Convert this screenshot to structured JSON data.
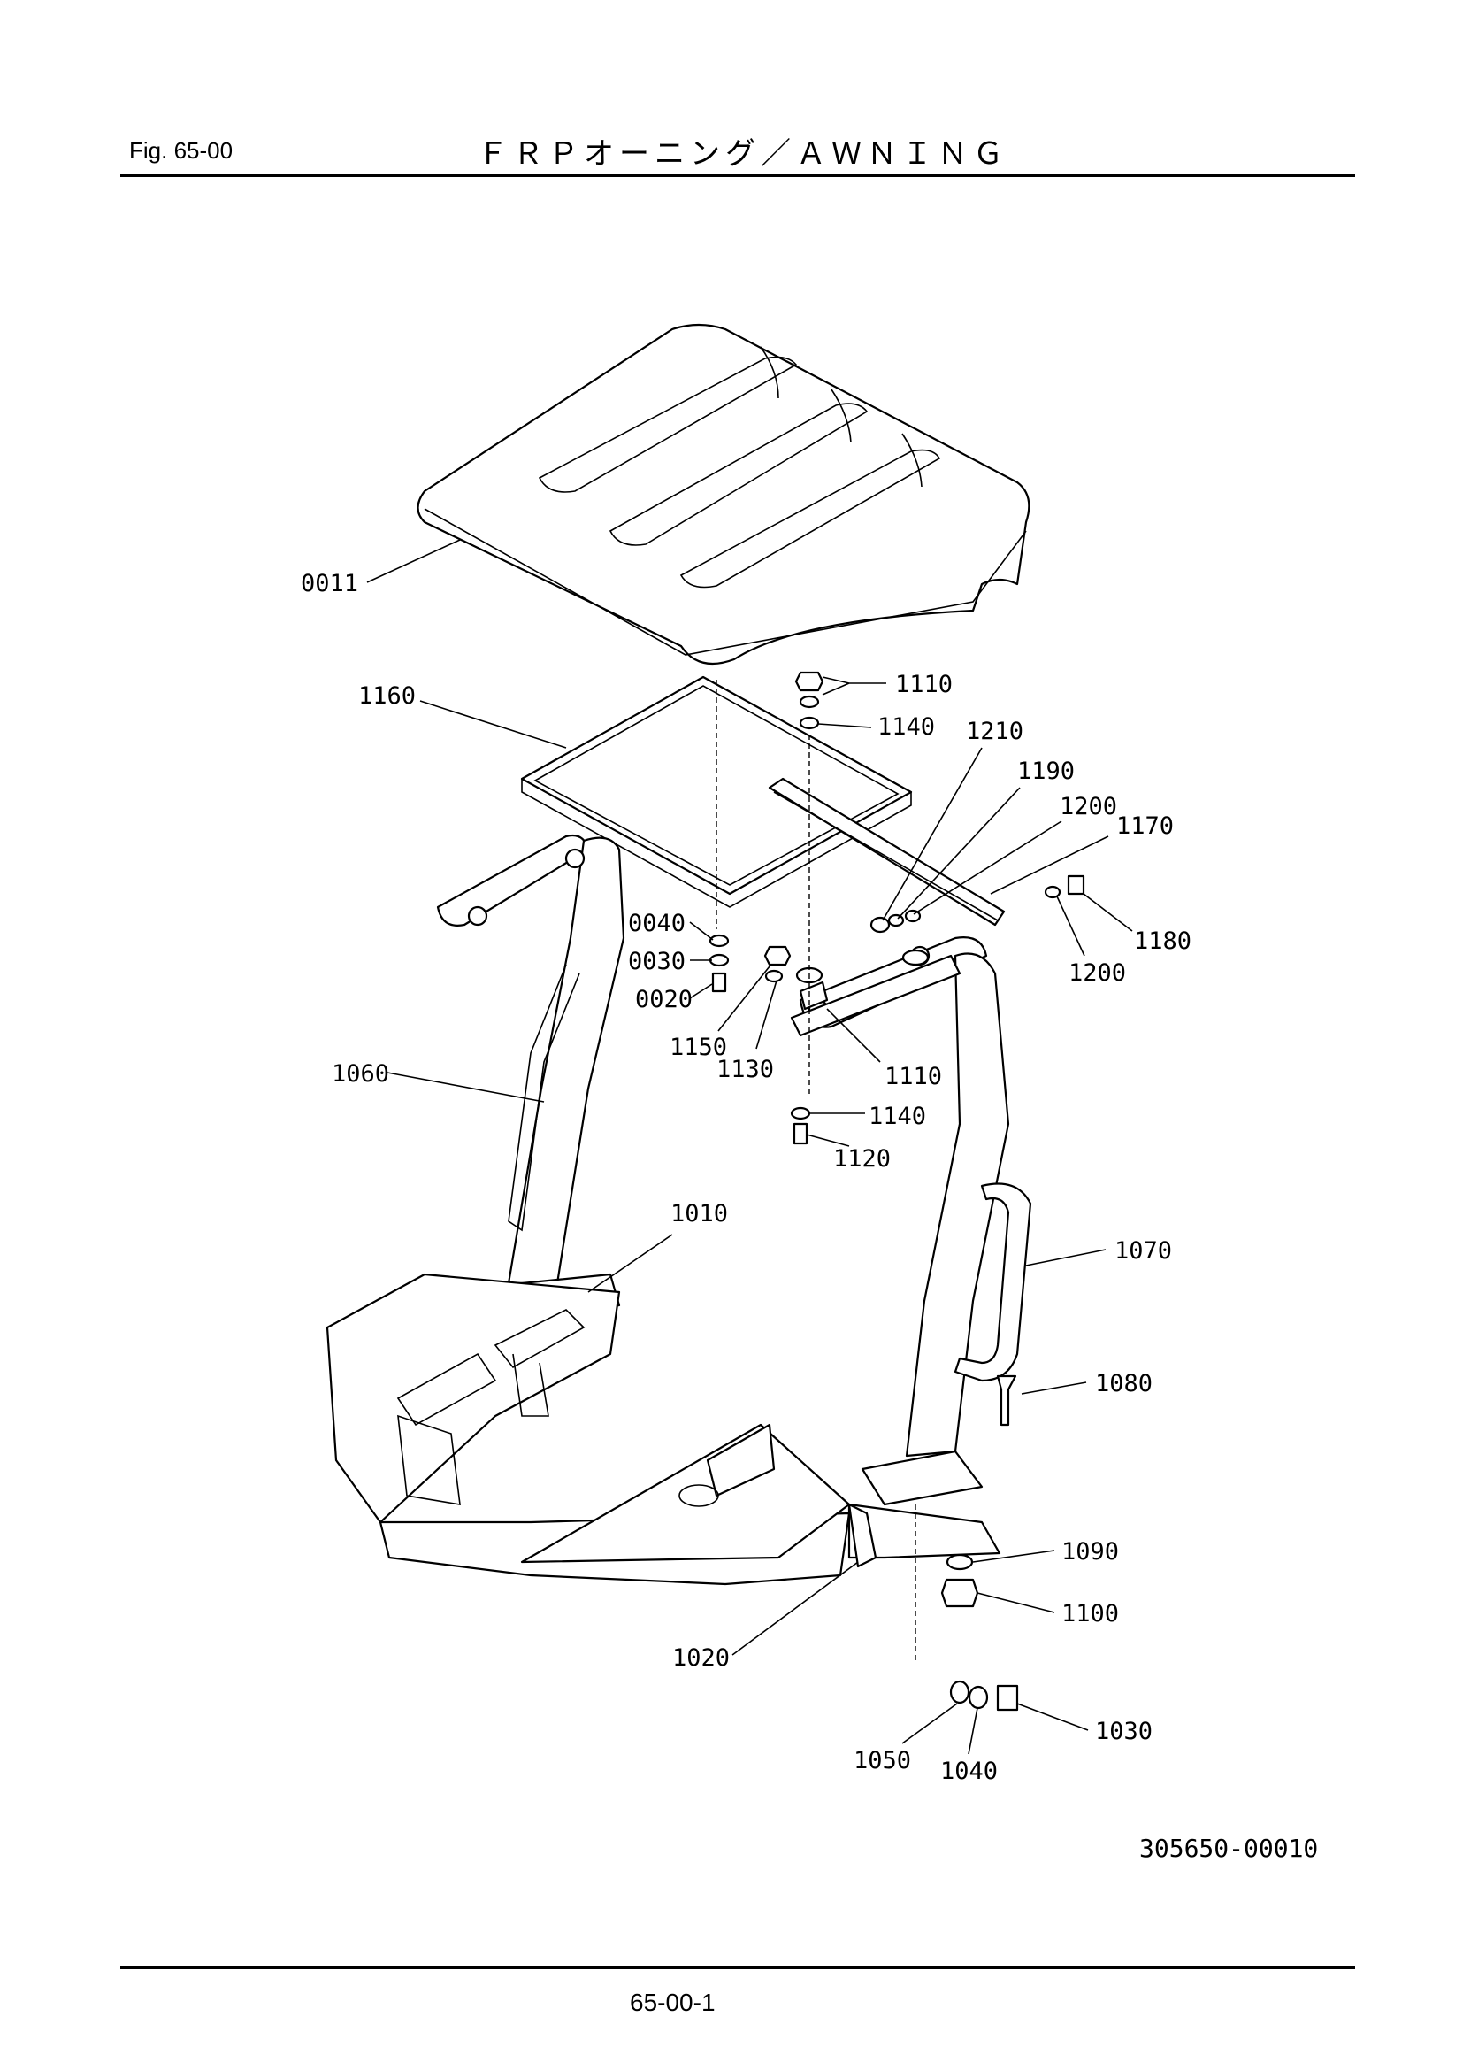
{
  "header": {
    "fig_label": "Fig.  65-00",
    "title": "ＦＲＰオーニング／ＡＷＮＩＮＧ"
  },
  "parts": [
    {
      "id": "p0011",
      "number": "0011"
    },
    {
      "id": "p1160",
      "number": "1160"
    },
    {
      "id": "p1110a",
      "number": "1110"
    },
    {
      "id": "p1140a",
      "number": "1140"
    },
    {
      "id": "p1210",
      "number": "1210"
    },
    {
      "id": "p1190",
      "number": "1190"
    },
    {
      "id": "p1200a",
      "number": "1200"
    },
    {
      "id": "p1170",
      "number": "1170"
    },
    {
      "id": "p1180",
      "number": "1180"
    },
    {
      "id": "p1200b",
      "number": "1200"
    },
    {
      "id": "p0040",
      "number": "0040"
    },
    {
      "id": "p0030",
      "number": "0030"
    },
    {
      "id": "p0020",
      "number": "0020"
    },
    {
      "id": "p1150",
      "number": "1150"
    },
    {
      "id": "p1130",
      "number": "1130"
    },
    {
      "id": "p1110b",
      "number": "1110"
    },
    {
      "id": "p1140b",
      "number": "1140"
    },
    {
      "id": "p1120",
      "number": "1120"
    },
    {
      "id": "p1060",
      "number": "1060"
    },
    {
      "id": "p1010",
      "number": "1010"
    },
    {
      "id": "p1070",
      "number": "1070"
    },
    {
      "id": "p1080",
      "number": "1080"
    },
    {
      "id": "p1090",
      "number": "1090"
    },
    {
      "id": "p1100",
      "number": "1100"
    },
    {
      "id": "p1020",
      "number": "1020"
    },
    {
      "id": "p1030",
      "number": "1030"
    },
    {
      "id": "p1050",
      "number": "1050"
    },
    {
      "id": "p1040",
      "number": "1040"
    }
  ],
  "footer": {
    "drawing_number": "305650-00010",
    "page_number": "65-00-1"
  }
}
